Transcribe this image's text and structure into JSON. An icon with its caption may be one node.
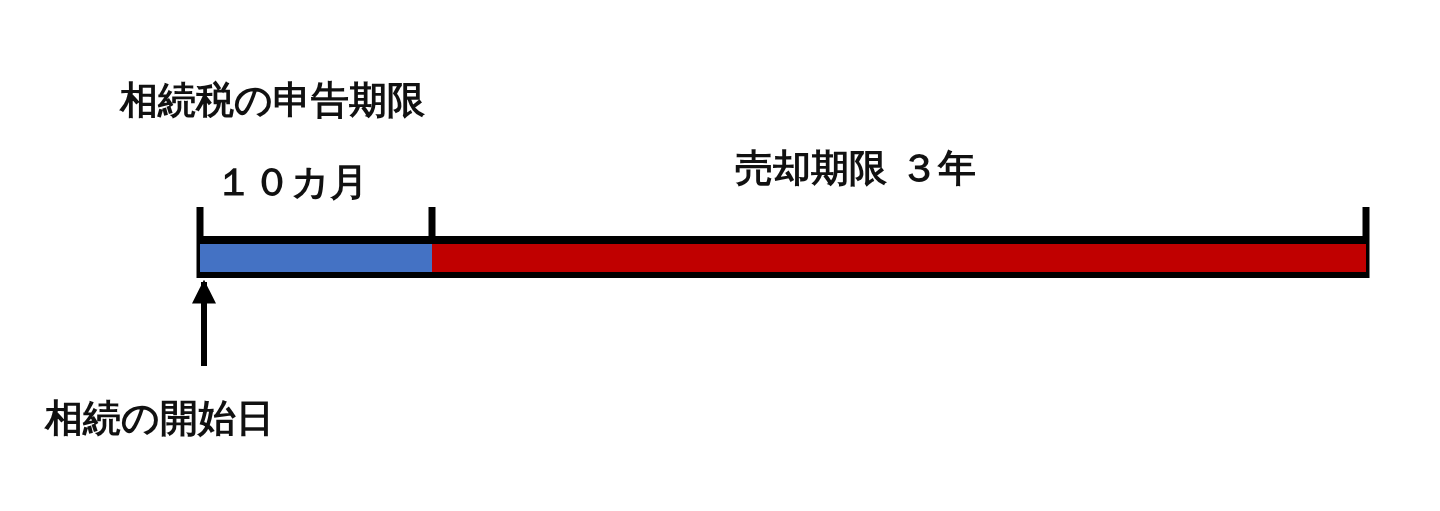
{
  "diagram": {
    "nodes": [
      {
        "text": [
          "相続の開始日"
        ]
      },
      {
        "text": [],
        "shape": "bar",
        "beside": [
          "１０カ月"
        ]
      },
      {
        "text": [],
        "shape": "bar",
        "beside": [
          "売却期限 ３年"
        ]
      }
    ],
    "edges": [
      {
        "from": 0,
        "to": 1,
        "arrow": "to"
      }
    ],
    "labels": [
      "相続税の申告期限"
    ]
  }
}
